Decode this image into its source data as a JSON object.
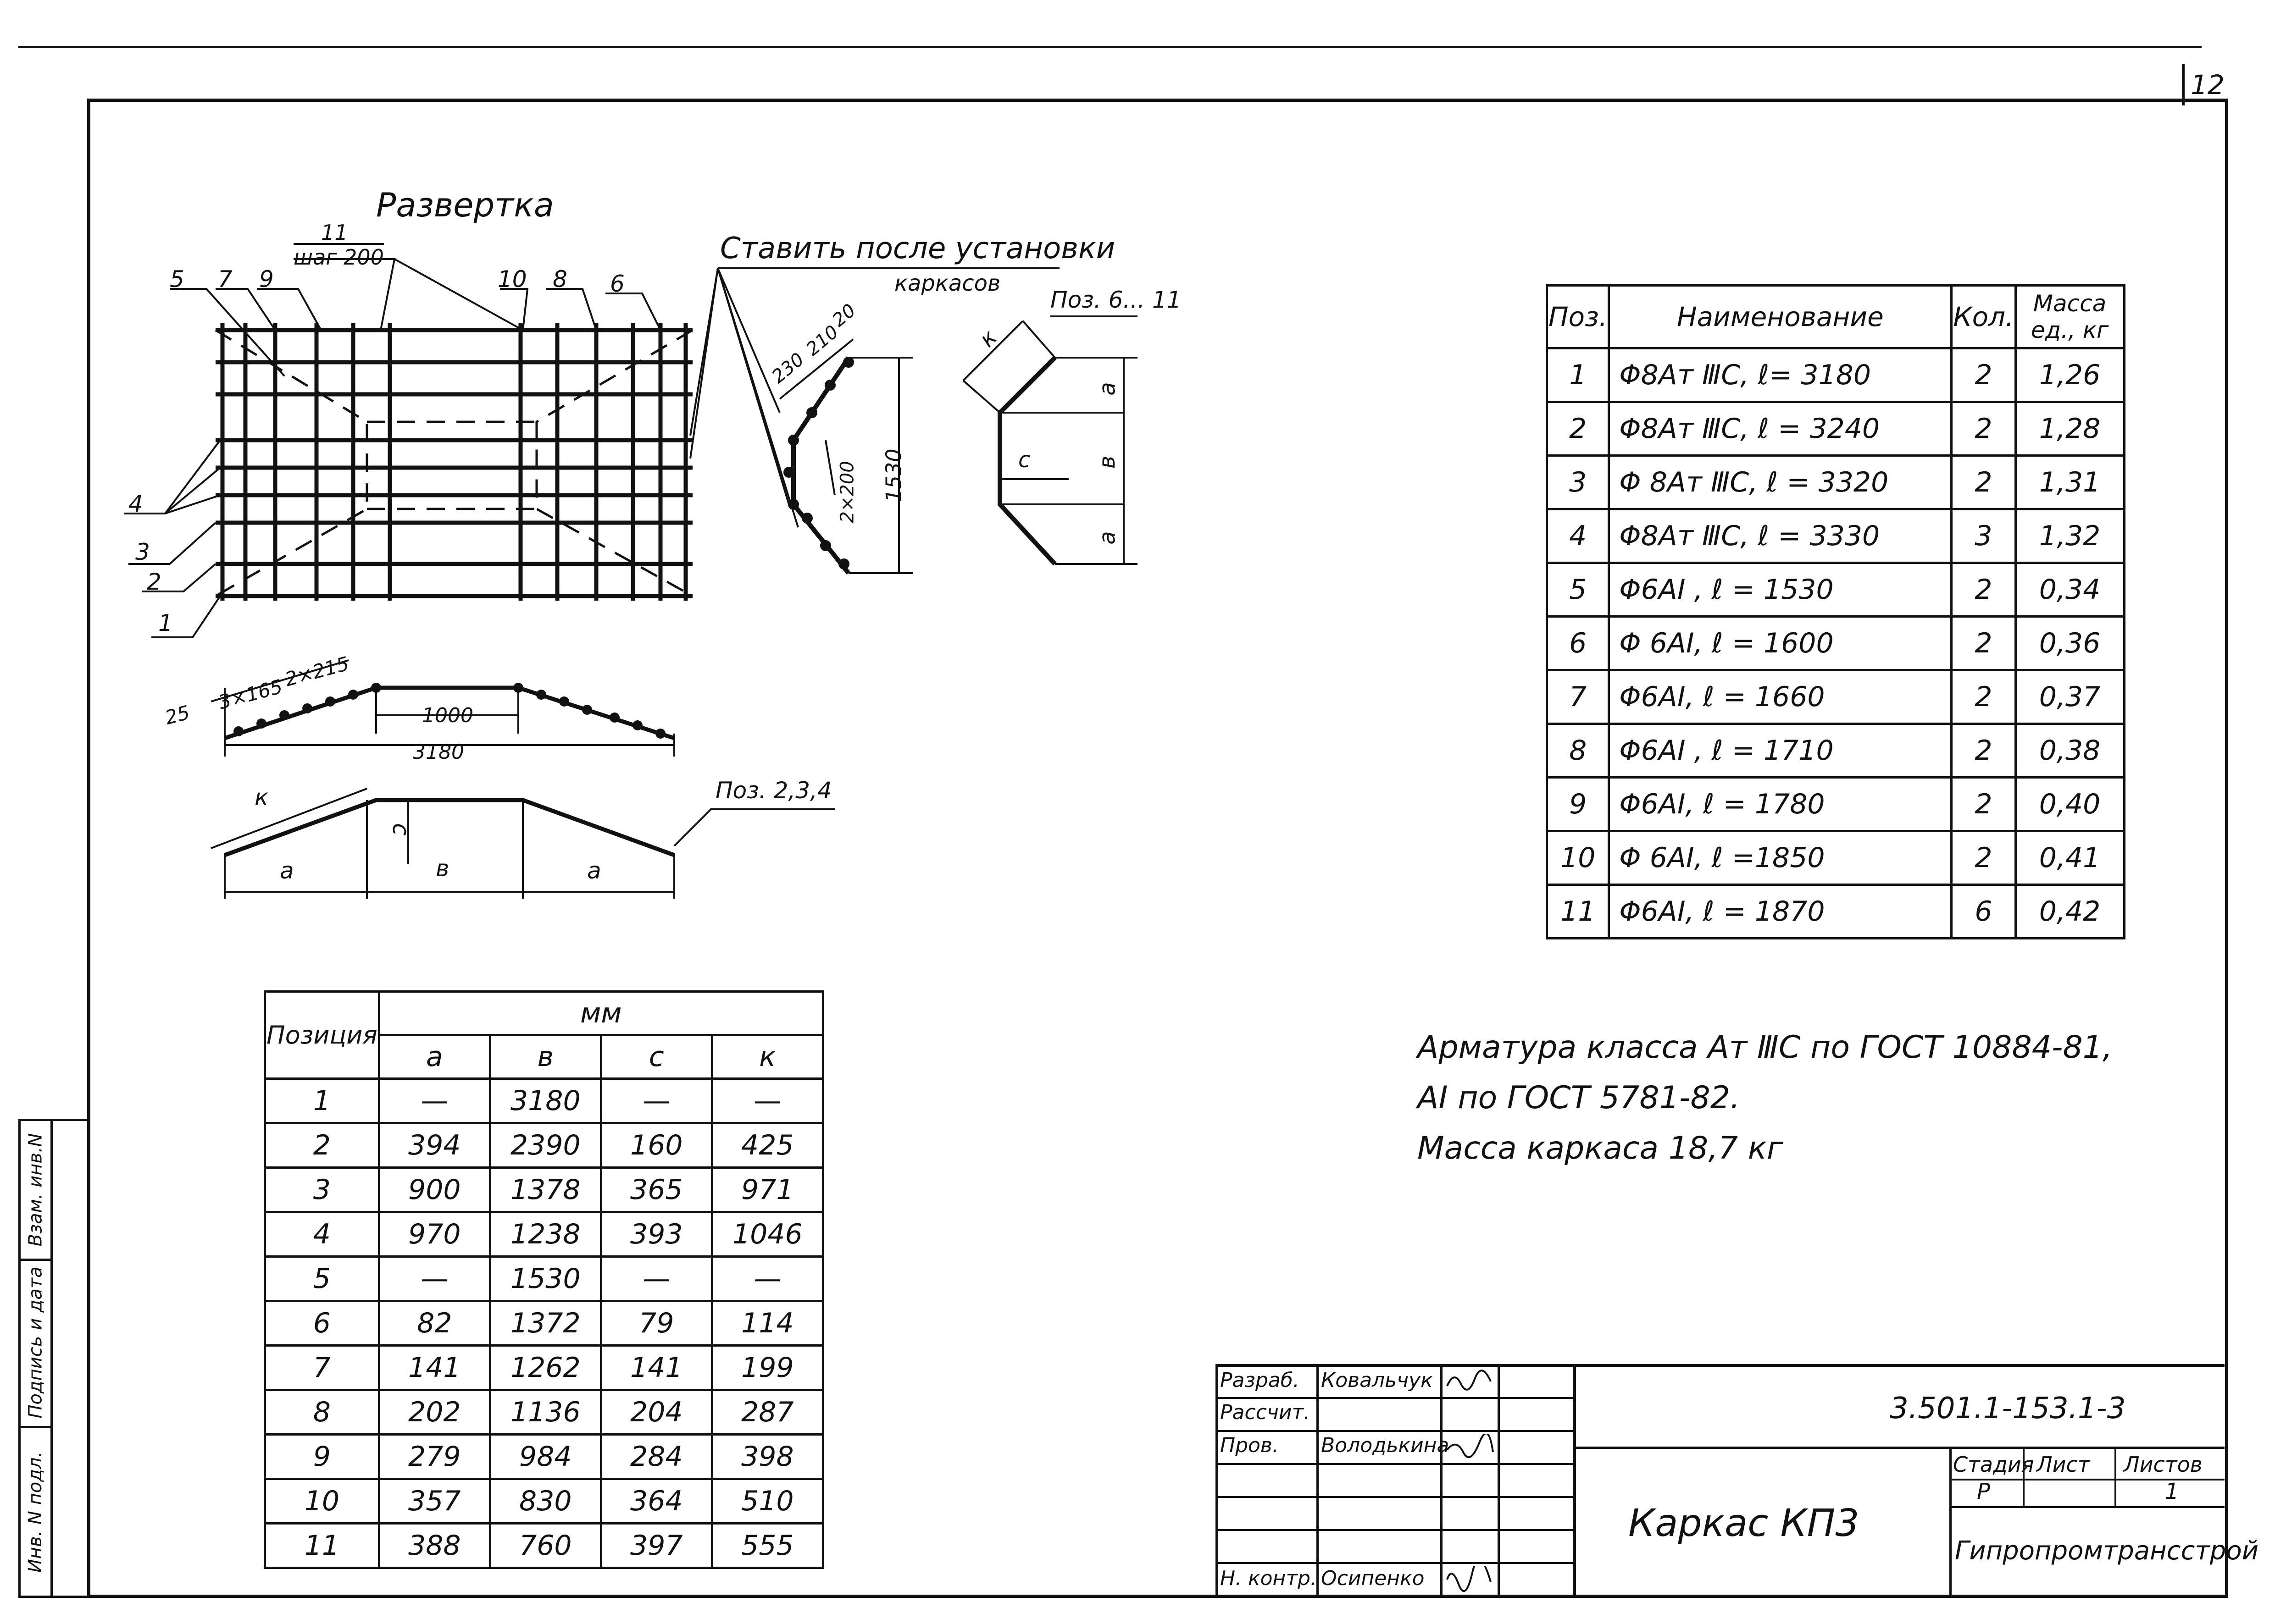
{
  "sheet_number": "12",
  "sidebar": {
    "vzam": "Взам. инв.N",
    "podpis": "Подпись и дата",
    "inv": "Инв. N подл."
  },
  "drawing": {
    "title": "Развертка",
    "step_pos": "11",
    "step_label": "шаг 200",
    "install_note_line1": "Ставить после установки",
    "install_note_line2": "каркасов",
    "top_labels": [
      "5",
      "7",
      "9",
      "10",
      "8",
      "6"
    ],
    "left_labels": [
      "4",
      "3",
      "2",
      "1"
    ],
    "dim_section": [
      "230",
      "210",
      "20"
    ],
    "dim_2x200": "2×200",
    "dim_1530": "1530",
    "pos_6_11": "Поз. 6... 11",
    "letter_k": "к",
    "letter_a": "а",
    "letter_v": "в",
    "letter_c": "с",
    "dim_25": "25",
    "dim_3x165": "3×165",
    "dim_2x215": "2×215",
    "dim_1000": "1000",
    "dim_3180": "3180",
    "pos_2_3_4": "Поз. 2,3,4"
  },
  "spec_table": {
    "headers": [
      "Поз.",
      "Наименование",
      "Кол.",
      "Масса ед., кг"
    ],
    "rows": [
      [
        "1",
        "Φ8Aт ⅢC,  ℓ= 3180",
        "2",
        "1,26"
      ],
      [
        "2",
        "Φ8Aт ⅢC,  ℓ = 3240",
        "2",
        "1,28"
      ],
      [
        "3",
        "Φ 8Aт ⅢC,  ℓ = 3320",
        "2",
        "1,31"
      ],
      [
        "4",
        "Φ8Aт ⅢC,  ℓ = 3330",
        "3",
        "1,32"
      ],
      [
        "5",
        "Φ6AI ,    ℓ = 1530",
        "2",
        "0,34"
      ],
      [
        "6",
        "Φ 6AI,    ℓ = 1600",
        "2",
        "0,36"
      ],
      [
        "7",
        "Φ6AI,    ℓ = 1660",
        "2",
        "0,37"
      ],
      [
        "8",
        "Φ6AI ,   ℓ = 1710",
        "2",
        "0,38"
      ],
      [
        "9",
        "Φ6AI,    ℓ = 1780",
        "2",
        "0,40"
      ],
      [
        "10",
        "Φ 6AI,   ℓ =1850",
        "2",
        "0,41"
      ],
      [
        "11",
        "Φ6AI,    ℓ = 1870",
        "6",
        "0,42"
      ]
    ]
  },
  "pos_table": {
    "header_pos": "Позиция",
    "header_mm": "мм",
    "cols": [
      "а",
      "в",
      "с",
      "к"
    ],
    "rows": [
      [
        "1",
        "—",
        "3180",
        "—",
        "—"
      ],
      [
        "2",
        "394",
        "2390",
        "160",
        "425"
      ],
      [
        "3",
        "900",
        "1378",
        "365",
        "971"
      ],
      [
        "4",
        "970",
        "1238",
        "393",
        "1046"
      ],
      [
        "5",
        "—",
        "1530",
        "—",
        "—"
      ],
      [
        "6",
        "82",
        "1372",
        "79",
        "114"
      ],
      [
        "7",
        "141",
        "1262",
        "141",
        "199"
      ],
      [
        "8",
        "202",
        "1136",
        "204",
        "287"
      ],
      [
        "9",
        "279",
        "984",
        "284",
        "398"
      ],
      [
        "10",
        "357",
        "830",
        "364",
        "510"
      ],
      [
        "11",
        "388",
        "760",
        "397",
        "555"
      ]
    ]
  },
  "notes": {
    "line1": "Арматура класса Aт ⅢC по ГОСТ 10884-81,",
    "line2": "AI по ГОСТ 5781-82.",
    "line3": "Масса каркаса 18,7 кг"
  },
  "title_block": {
    "rows": [
      [
        "Разраб.",
        "Ковальчук"
      ],
      [
        "Рассчит.",
        ""
      ],
      [
        "Пров.",
        "Володькина"
      ],
      [
        "",
        ""
      ],
      [
        "",
        ""
      ],
      [
        "",
        ""
      ],
      [
        "Н. контр.",
        "Осипенко"
      ]
    ],
    "doc_code": "3.501.1-153.1-3",
    "name": "Каркас КП3",
    "stage_label": "Стадия",
    "sheet_label": "Лист",
    "sheets_label": "Листов",
    "stage": "Р",
    "sheet": "",
    "sheets": "1",
    "org": "Гипропромтрансстрой"
  }
}
